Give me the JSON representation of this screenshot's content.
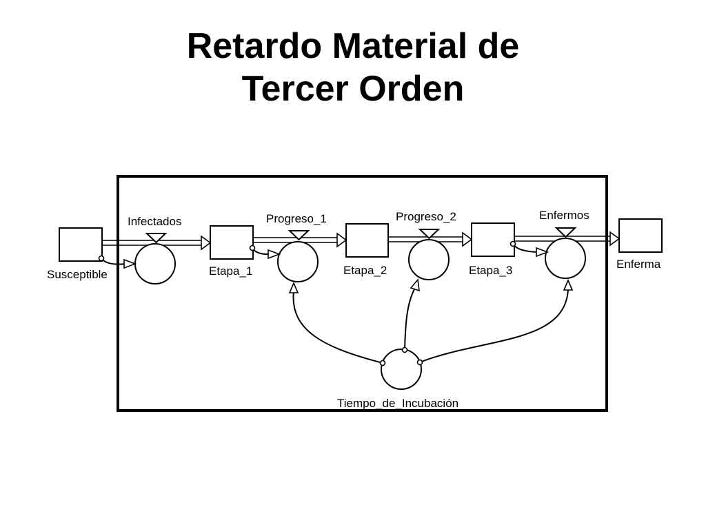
{
  "slide": {
    "title_line1": "Retardo Material de",
    "title_line2": "Tercer Orden"
  },
  "diagram": {
    "stocks": {
      "susceptible": "Susceptible",
      "etapa_1": "Etapa_1",
      "etapa_2": "Etapa_2",
      "etapa_3": "Etapa_3",
      "enferma": "Enferma"
    },
    "flows": {
      "infectados": "Infectados",
      "progreso_1": "Progreso_1",
      "progreso_2": "Progreso_2",
      "enfermos": "Enfermos"
    },
    "auxiliaries": {
      "tiempo_de_incubacion": "Tiempo_de_Incubación"
    }
  }
}
